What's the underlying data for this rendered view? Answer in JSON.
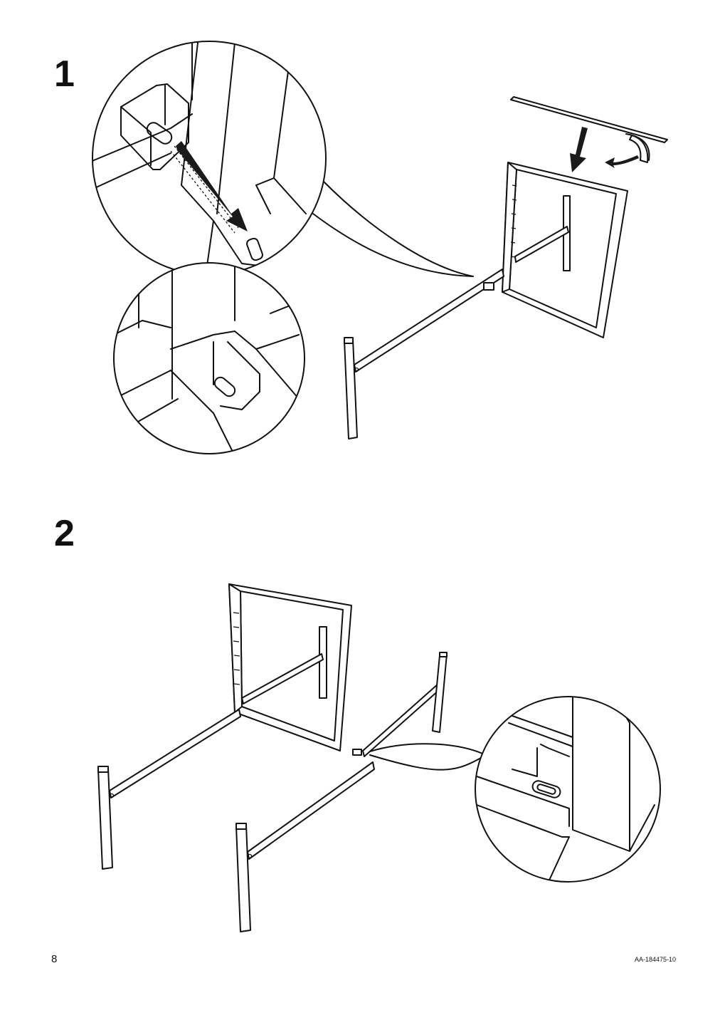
{
  "steps": [
    {
      "number": "1"
    },
    {
      "number": "2"
    }
  ],
  "footer": {
    "page_number": "8",
    "document_code": "AA-184475-10"
  }
}
